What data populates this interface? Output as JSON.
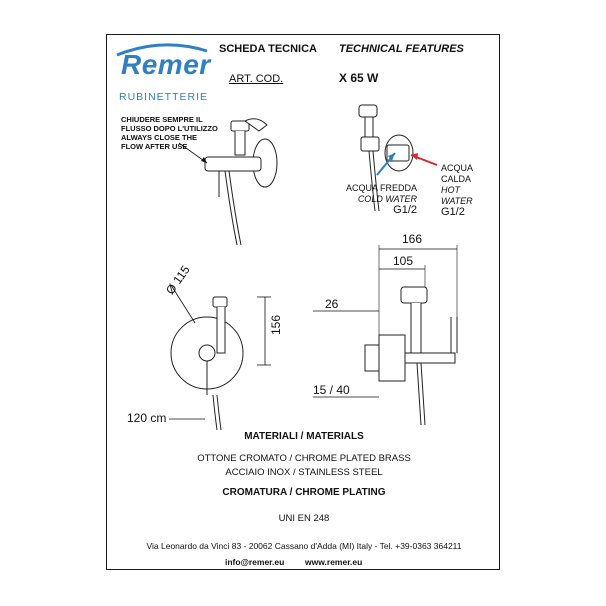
{
  "logo": {
    "word": "Remer",
    "sub": "RUBINETTERIE",
    "brand_color": "#2f7fc1"
  },
  "header": {
    "scheda": "SCHEDA TECNICA",
    "technical": "TECHNICAL FEATURES",
    "art_label": "ART. COD.",
    "art_code": "X 65 W"
  },
  "note": {
    "it_line1": "CHIUDERE SEMPRE IL",
    "it_line2": "FLUSSO DOPO L'UTILIZZO",
    "en_line1": "ALWAYS CLOSE THE",
    "en_line2": "FLOW AFTER USE"
  },
  "cold": {
    "it": "ACQUA FREDDA",
    "en": "COLD WATER",
    "size": "G1/2",
    "color": "#2f7fc1"
  },
  "hot": {
    "it1": "ACQUA",
    "it2": "CALDA",
    "en1": "HOT",
    "en2": "WATER",
    "size": "G1/2",
    "color": "#d8262b"
  },
  "dimensions": {
    "d166": "166",
    "d105": "105",
    "d26": "26",
    "d1540": "15 / 40",
    "d115": "Ø 115",
    "d156": "156",
    "d120": "120 cm"
  },
  "materials": {
    "title": "MATERIALI / MATERIALS",
    "line1": "OTTONE CROMATO / CHROME PLATED BRASS",
    "line2": "ACCIAIO INOX / STAINLESS STEEL",
    "plating": "CROMATURA / CHROME PLATING",
    "norm": "UNI EN 248"
  },
  "footer": {
    "address": "Via Leonardo da Vinci 83 - 20062 Cassano d'Adda (MI) Italy - Tel. +39-0363 364211",
    "email": "info@remer.eu",
    "web": "www.remer.eu"
  }
}
